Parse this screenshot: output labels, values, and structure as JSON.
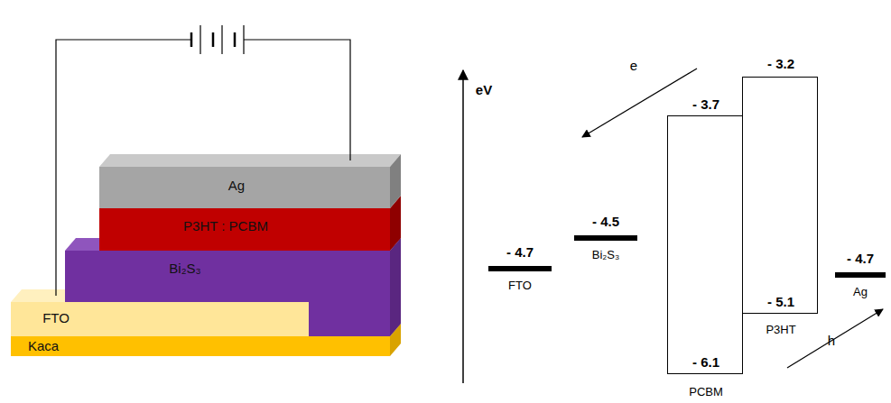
{
  "diagram": {
    "nodes": [
      {
        "text": [
          "Ag"
        ]
      },
      {
        "text": [
          "P3HT : PCBM"
        ]
      },
      {
        "text": [
          "Bi₂S₃"
        ]
      },
      {
        "text": [
          "FTO"
        ]
      },
      {
        "text": [
          "Kaca"
        ]
      },
      {
        "text": [
          "- 4.7",
          "FTO"
        ]
      },
      {
        "text": [
          "- 4.5",
          "Bi₂S₃"
        ]
      },
      {
        "text": [
          "- 3.7",
          "- 6.1",
          "PCBM"
        ]
      },
      {
        "text": [
          "- 3.2",
          "- 5.1",
          "P3HT"
        ]
      },
      {
        "text": [
          "- 4.7",
          "Ag"
        ]
      }
    ],
    "labels": [
      "eV",
      "e",
      "h"
    ]
  }
}
